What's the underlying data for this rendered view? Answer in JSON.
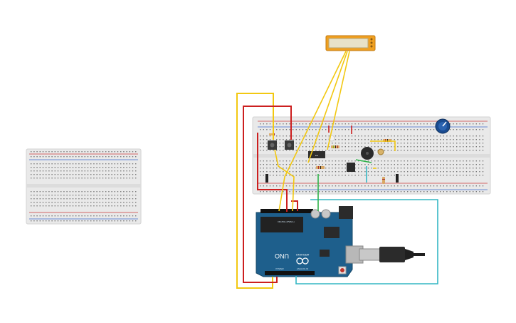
{
  "board": {
    "brand_label": "UNO",
    "logo_label": "ARDUINO",
    "digital_header_label": "DIGITAL (PWM~)",
    "analog_header_label": "ANALOG IN",
    "power_header_label": "POWER"
  },
  "colors": {
    "wire_yellow": "#f2c811",
    "wire_red": "#cc1f1f",
    "wire_teal": "#34b7c4",
    "wire_green": "#2fb34a",
    "arduino_blue": "#1e5f8c",
    "breadboard": "#e9e9e9",
    "display_orange": "#f0a020",
    "pot_blue": "#1a4b8f"
  },
  "icons": [
    "usb-cable-icon",
    "arduino-logo-icon",
    "reset-button-icon",
    "lcd-display-icon",
    "potentiometer-icon",
    "buzzer-icon",
    "photoresistor-icon"
  ]
}
